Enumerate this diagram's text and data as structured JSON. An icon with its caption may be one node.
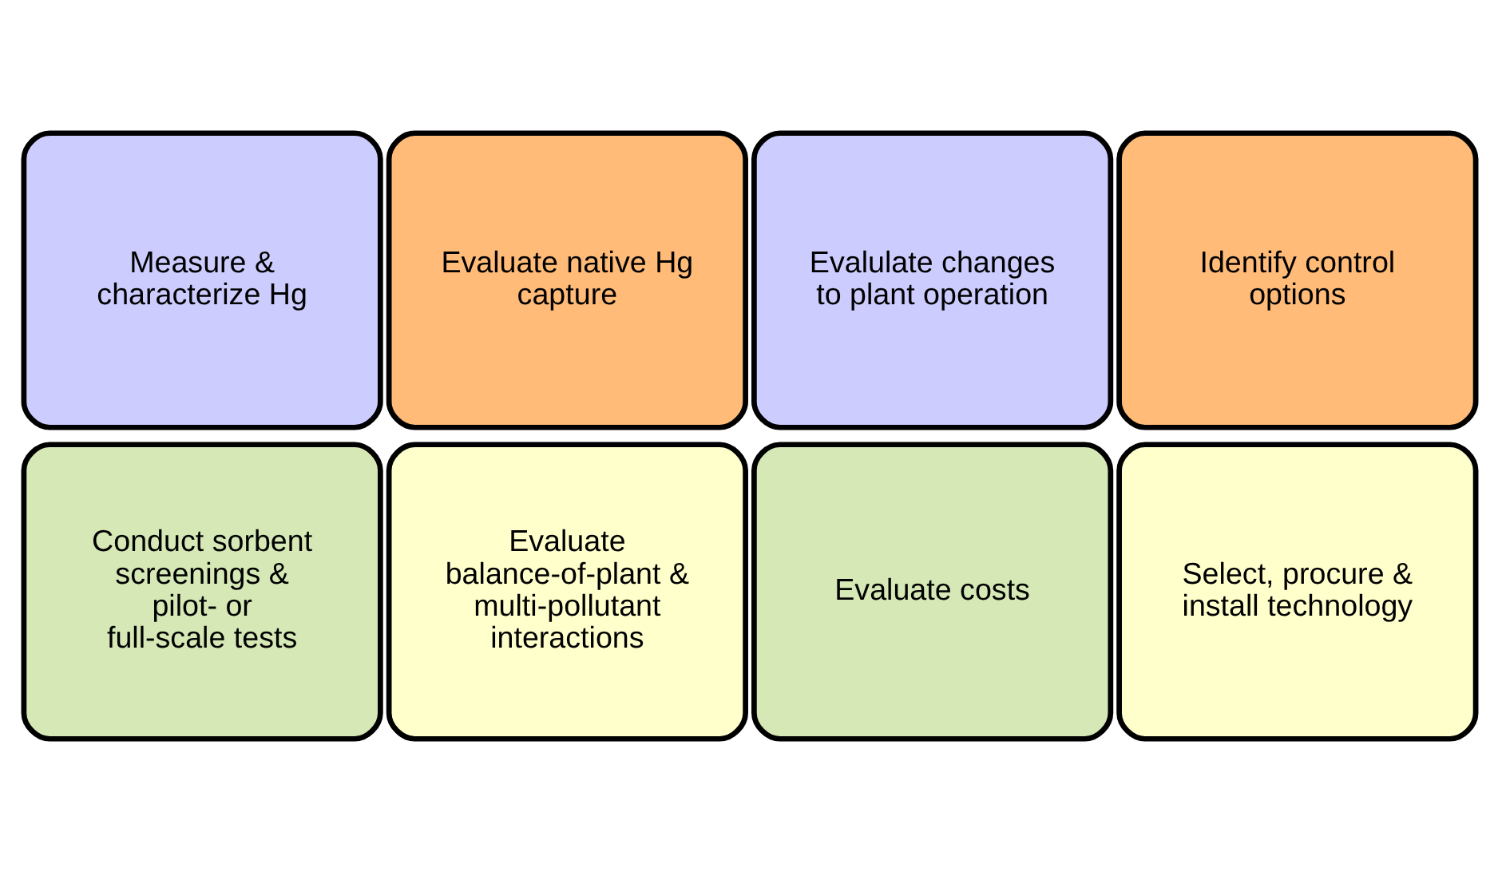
{
  "diagram": {
    "nodes": [
      {
        "text": [
          "Measure & characterize Hg"
        ]
      },
      {
        "text": [
          "Evaluate native Hg capture"
        ]
      },
      {
        "text": [
          "Evalulate changes to plant operation"
        ]
      },
      {
        "text": [
          "Identify control options"
        ]
      },
      {
        "text": [
          "Conduct sorbent screenings & pilot- or full-scale tests"
        ]
      },
      {
        "text": [
          "Evaluate balance-of-plant & multi-pollutant interactions"
        ]
      },
      {
        "text": [
          "Evaluate costs"
        ]
      },
      {
        "text": [
          "Select, procure & install technology"
        ]
      }
    ]
  }
}
